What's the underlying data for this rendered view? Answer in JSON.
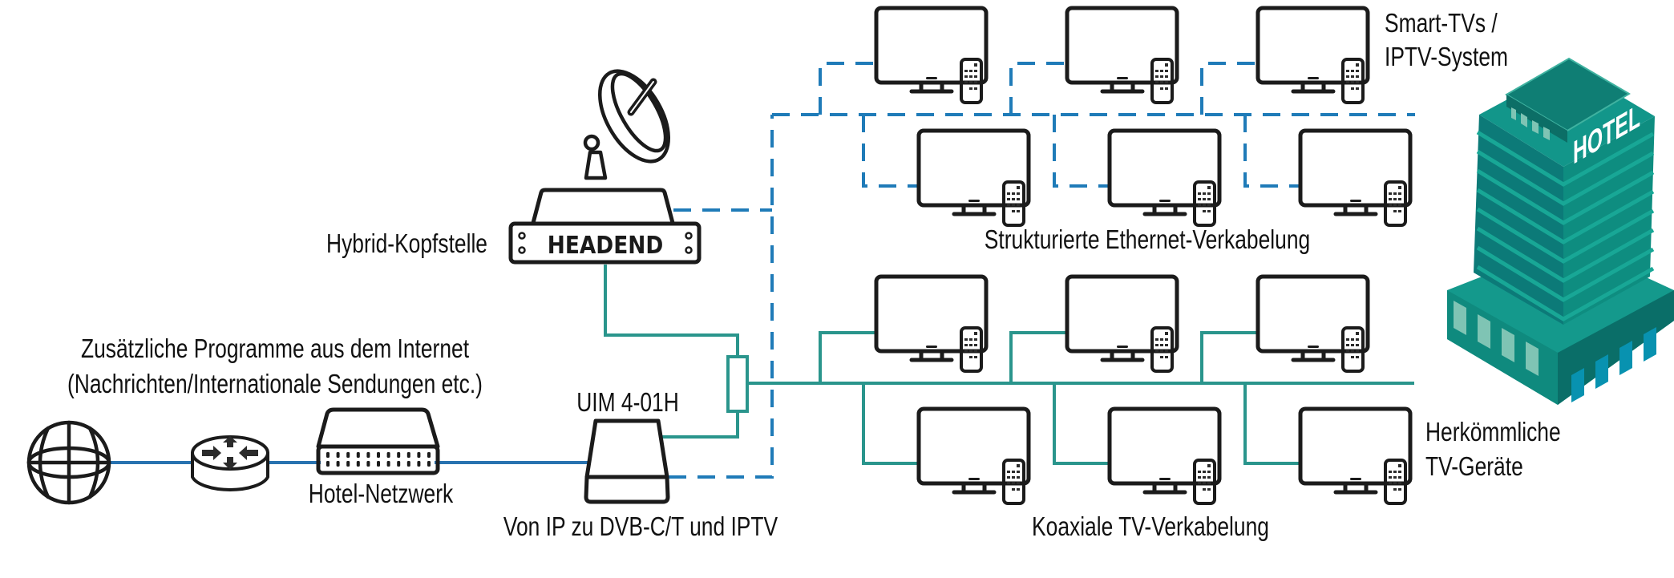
{
  "diagram": {
    "title_internet_line1": "Zusätzliche Programme aus dem Internet",
    "title_internet_line2": "(Nachrichten/Internationale Sendungen etc.)",
    "headend_label": "Hybrid-Kopfstelle",
    "headend_box_text": "HEADEND",
    "network_label": "Hotel-Netzwerk",
    "uim_label": "UIM 4-01H",
    "uim_caption": "Von IP zu DVB-C/T und IPTV",
    "smart_tv_label_line1": "Smart-TVs /",
    "smart_tv_label_line2": "IPTV-System",
    "ethernet_label": "Strukturierte Ethernet-Verkabelung",
    "coax_label": "Koaxiale TV-Verkabelung",
    "legacy_tv_label_line1": "Herkömmliche",
    "legacy_tv_label_line2": "TV-Geräte",
    "hotel_sign": "HOTEL"
  },
  "icons": {
    "internet": "globe-icon",
    "router": "router-icon",
    "switch": "network-switch-icon",
    "satellite": "satellite-dish-icon",
    "headend": "headend-icon",
    "uim": "uim-device-icon",
    "combiner": "combiner-icon",
    "tv": "tv-with-remote-icon",
    "building": "hotel-building-icon"
  },
  "tv_groups": [
    {
      "name": "smart-tv-row-1",
      "cabling": "ethernet",
      "count": 3
    },
    {
      "name": "smart-tv-row-2",
      "cabling": "ethernet",
      "count": 3
    },
    {
      "name": "legacy-tv-row-1",
      "cabling": "coax",
      "count": 3
    },
    {
      "name": "legacy-tv-row-2",
      "cabling": "coax",
      "count": 3
    }
  ],
  "colors": {
    "ethernet": "#1f7bb8",
    "coax": "#2a958c",
    "uim_fill": "#24968c",
    "outline": "#1b1b1b"
  }
}
